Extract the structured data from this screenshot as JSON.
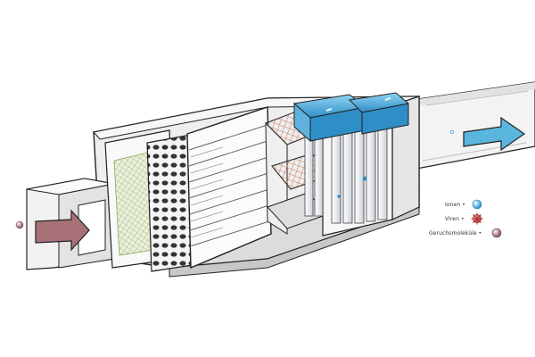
{
  "legend": {
    "ions": {
      "label": "Ionen •",
      "color": "#3fa9d6"
    },
    "virus": {
      "label": "Viren •",
      "color": "#c0392b"
    },
    "odor": {
      "label": "Geruchsmoleküle •",
      "color": "#8a5a63"
    }
  },
  "colors": {
    "inflow_arrow": "#a87077",
    "outflow_arrow": "#5bb6de",
    "housing": "#eeeeee",
    "outline": "#222222",
    "filter_mesh": "#c97a5a",
    "ionizer_top": "#2f8ec6"
  }
}
